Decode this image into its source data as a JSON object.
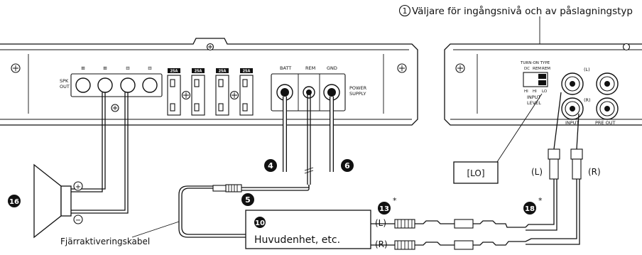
{
  "title": {
    "number": "1",
    "text": "Väljare för ingångsnivå och av påslagningstyp"
  },
  "amp_left": {
    "speaker_terminal_signs": [
      "⊞",
      "⊞",
      "⊟",
      "⊟"
    ],
    "spk_out_label_1": "SPK",
    "spk_out_label_2": "OUT",
    "fuse_labels": [
      "25A",
      "25A",
      "25A",
      "25A"
    ],
    "power_labels": [
      "BATT",
      "REM",
      "GND"
    ],
    "power_supply_label_1": "POWER",
    "power_supply_label_2": "SUPPLY"
  },
  "amp_right": {
    "turn_on_type": "TURN-ON TYPE",
    "switch_top_labels": [
      "DC",
      "REM",
      "REM"
    ],
    "switch_bottom_labels": [
      "HI",
      "HI",
      "LO"
    ],
    "input_level_1": "INPUT",
    "input_level_2": "LEVEL",
    "left_channel": "(L)",
    "right_channel": "(R)",
    "input_label": "INPUT",
    "pre_out_label": "PRE OUT"
  },
  "callouts": {
    "batt": "4",
    "remote_connector": "5",
    "gnd": "6",
    "head_unit": "10",
    "rca_head": "13",
    "speaker": "16",
    "rca_amp": "18",
    "asterisk": "*"
  },
  "labels": {
    "lo_setting": "[LO]",
    "head_unit_text": "Huvudenhet, etc.",
    "remote_cable": "Fjärraktiveringskabel",
    "plus_sign": "+",
    "minus_sign": "−",
    "left_paren": "(L)",
    "right_paren": "(R)"
  }
}
